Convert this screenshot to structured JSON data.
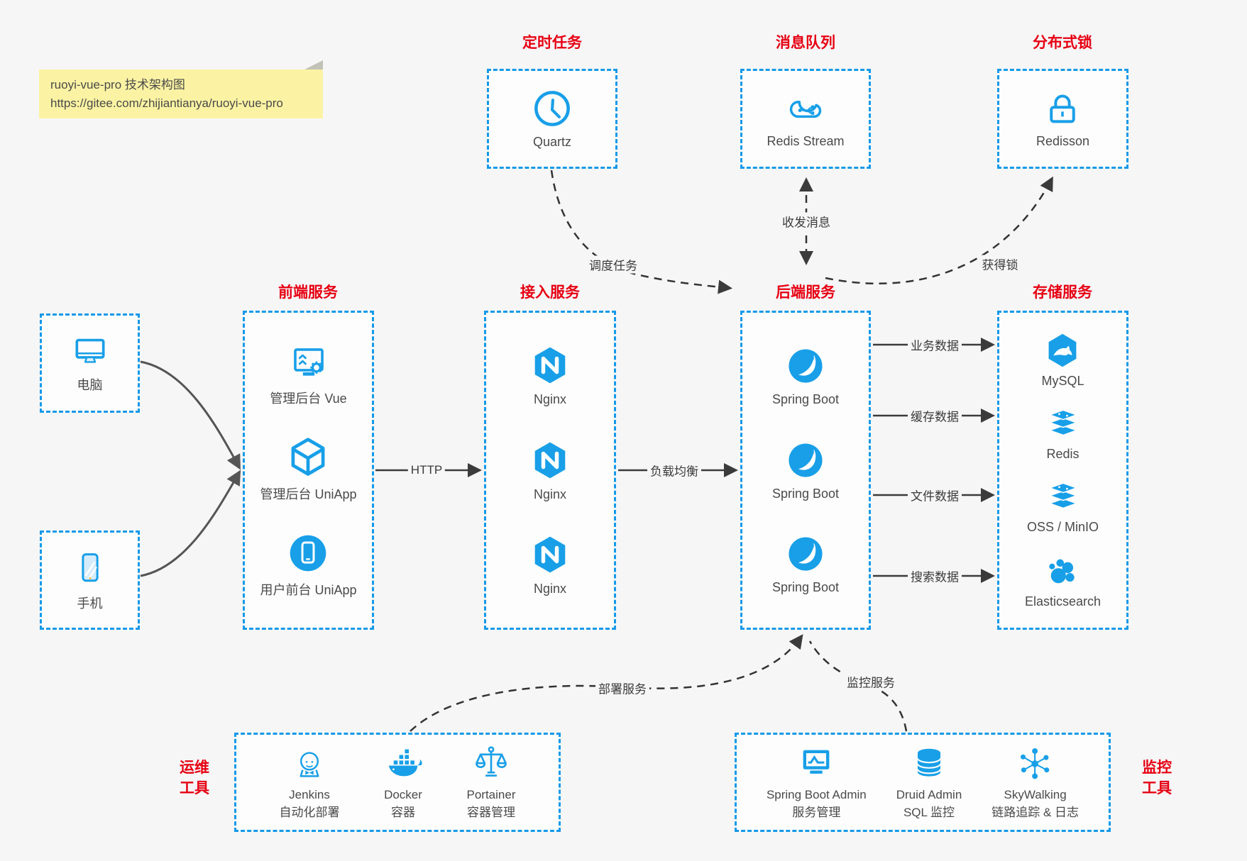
{
  "colors": {
    "accent_blue": "#1499e8",
    "icon_blue": "#189fe8",
    "title_red": "#e60012",
    "note_yellow": "#fbf3a3",
    "background": "#f6f6f7",
    "arrow_dark": "#3b3b3b"
  },
  "note": {
    "line1": "ruoyi-vue-pro 技术架构图",
    "line2": "https://gitee.com/zhijiantianya/ruoyi-vue-pro"
  },
  "top_groups": [
    {
      "title": "定时任务",
      "item": {
        "label": "Quartz",
        "icon": "clock-icon"
      }
    },
    {
      "title": "消息队列",
      "item": {
        "label": "Redis Stream",
        "icon": "cloud-stream-icon"
      }
    },
    {
      "title": "分布式锁",
      "item": {
        "label": "Redisson",
        "icon": "lock-icon"
      }
    }
  ],
  "clients": [
    {
      "label": "电脑",
      "icon": "desktop-icon"
    },
    {
      "label": "手机",
      "icon": "phone-icon"
    }
  ],
  "columns": {
    "frontend": {
      "title": "前端服务",
      "items": [
        {
          "label": "管理后台 Vue",
          "icon": "admin-vue-icon"
        },
        {
          "label": "管理后台 UniApp",
          "icon": "cube-icon"
        },
        {
          "label": "用户前台 UniApp",
          "icon": "mobile-app-icon"
        }
      ]
    },
    "gateway": {
      "title": "接入服务",
      "items": [
        {
          "label": "Nginx",
          "icon": "nginx-icon"
        },
        {
          "label": "Nginx",
          "icon": "nginx-icon"
        },
        {
          "label": "Nginx",
          "icon": "nginx-icon"
        }
      ]
    },
    "backend": {
      "title": "后端服务",
      "items": [
        {
          "label": "Spring Boot",
          "icon": "spring-icon"
        },
        {
          "label": "Spring Boot",
          "icon": "spring-icon"
        },
        {
          "label": "Spring Boot",
          "icon": "spring-icon"
        }
      ]
    },
    "storage": {
      "title": "存储服务",
      "items": [
        {
          "label": "MySQL",
          "icon": "mysql-icon"
        },
        {
          "label": "Redis",
          "icon": "redis-icon"
        },
        {
          "label": "OSS / MinIO",
          "icon": "oss-icon"
        },
        {
          "label": "Elasticsearch",
          "icon": "elasticsearch-icon"
        }
      ]
    }
  },
  "bottom_groups": {
    "ops": {
      "title_line1": "运维",
      "title_line2": "工具",
      "items": [
        {
          "label1": "Jenkins",
          "label2": "自动化部署",
          "icon": "jenkins-icon"
        },
        {
          "label1": "Docker",
          "label2": "容器",
          "icon": "docker-icon"
        },
        {
          "label1": "Portainer",
          "label2": "容器管理",
          "icon": "portainer-icon"
        }
      ]
    },
    "monitor": {
      "title_line1": "监控",
      "title_line2": "工具",
      "items": [
        {
          "label1": "Spring Boot Admin",
          "label2": "服务管理",
          "icon": "sba-icon"
        },
        {
          "label1": "Druid Admin",
          "label2": "SQL 监控",
          "icon": "druid-icon"
        },
        {
          "label1": "SkyWalking",
          "label2": "链路追踪 & 日志",
          "icon": "skywalking-icon"
        }
      ]
    }
  },
  "edges": {
    "http": "HTTP",
    "load_balance": "负载均衡",
    "schedule": "调度任务",
    "message": "收发消息",
    "get_lock": "获得锁",
    "business": "业务数据",
    "cache": "缓存数据",
    "file": "文件数据",
    "search": "搜索数据",
    "deploy": "部署服务",
    "monitor": "监控服务"
  }
}
